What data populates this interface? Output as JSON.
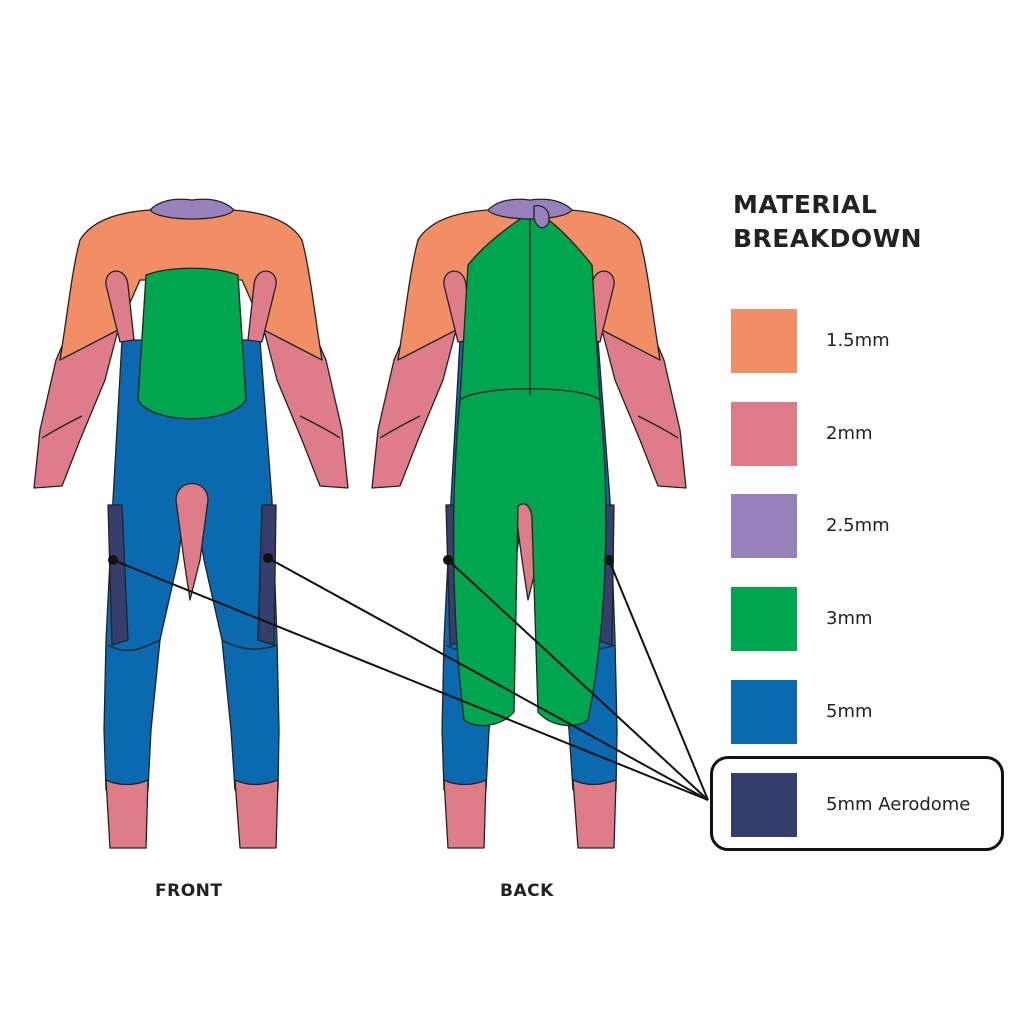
{
  "title": {
    "line1": "MATERIAL",
    "line2": "BREAKDOWN"
  },
  "colors": {
    "mm1_5": "#F28E65",
    "mm2": "#DE7C8A",
    "mm2_5": "#9781BC",
    "mm3": "#00A550",
    "mm5": "#0B6AAF",
    "mm5_aerodome": "#353E6D",
    "outline": "#222222"
  },
  "legend": [
    {
      "label": "1.5mm",
      "color": "#F28E65"
    },
    {
      "label": "2mm",
      "color": "#DE7C8A"
    },
    {
      "label": "2.5mm",
      "color": "#9781BC"
    },
    {
      "label": "3mm",
      "color": "#00A550"
    },
    {
      "label": "5mm",
      "color": "#0B6AAF"
    },
    {
      "label": "5mm Aerodome",
      "color": "#353E6D"
    }
  ],
  "views": {
    "front": "FRONT",
    "back": "BACK"
  },
  "highlighted_item": "5mm Aerodome"
}
